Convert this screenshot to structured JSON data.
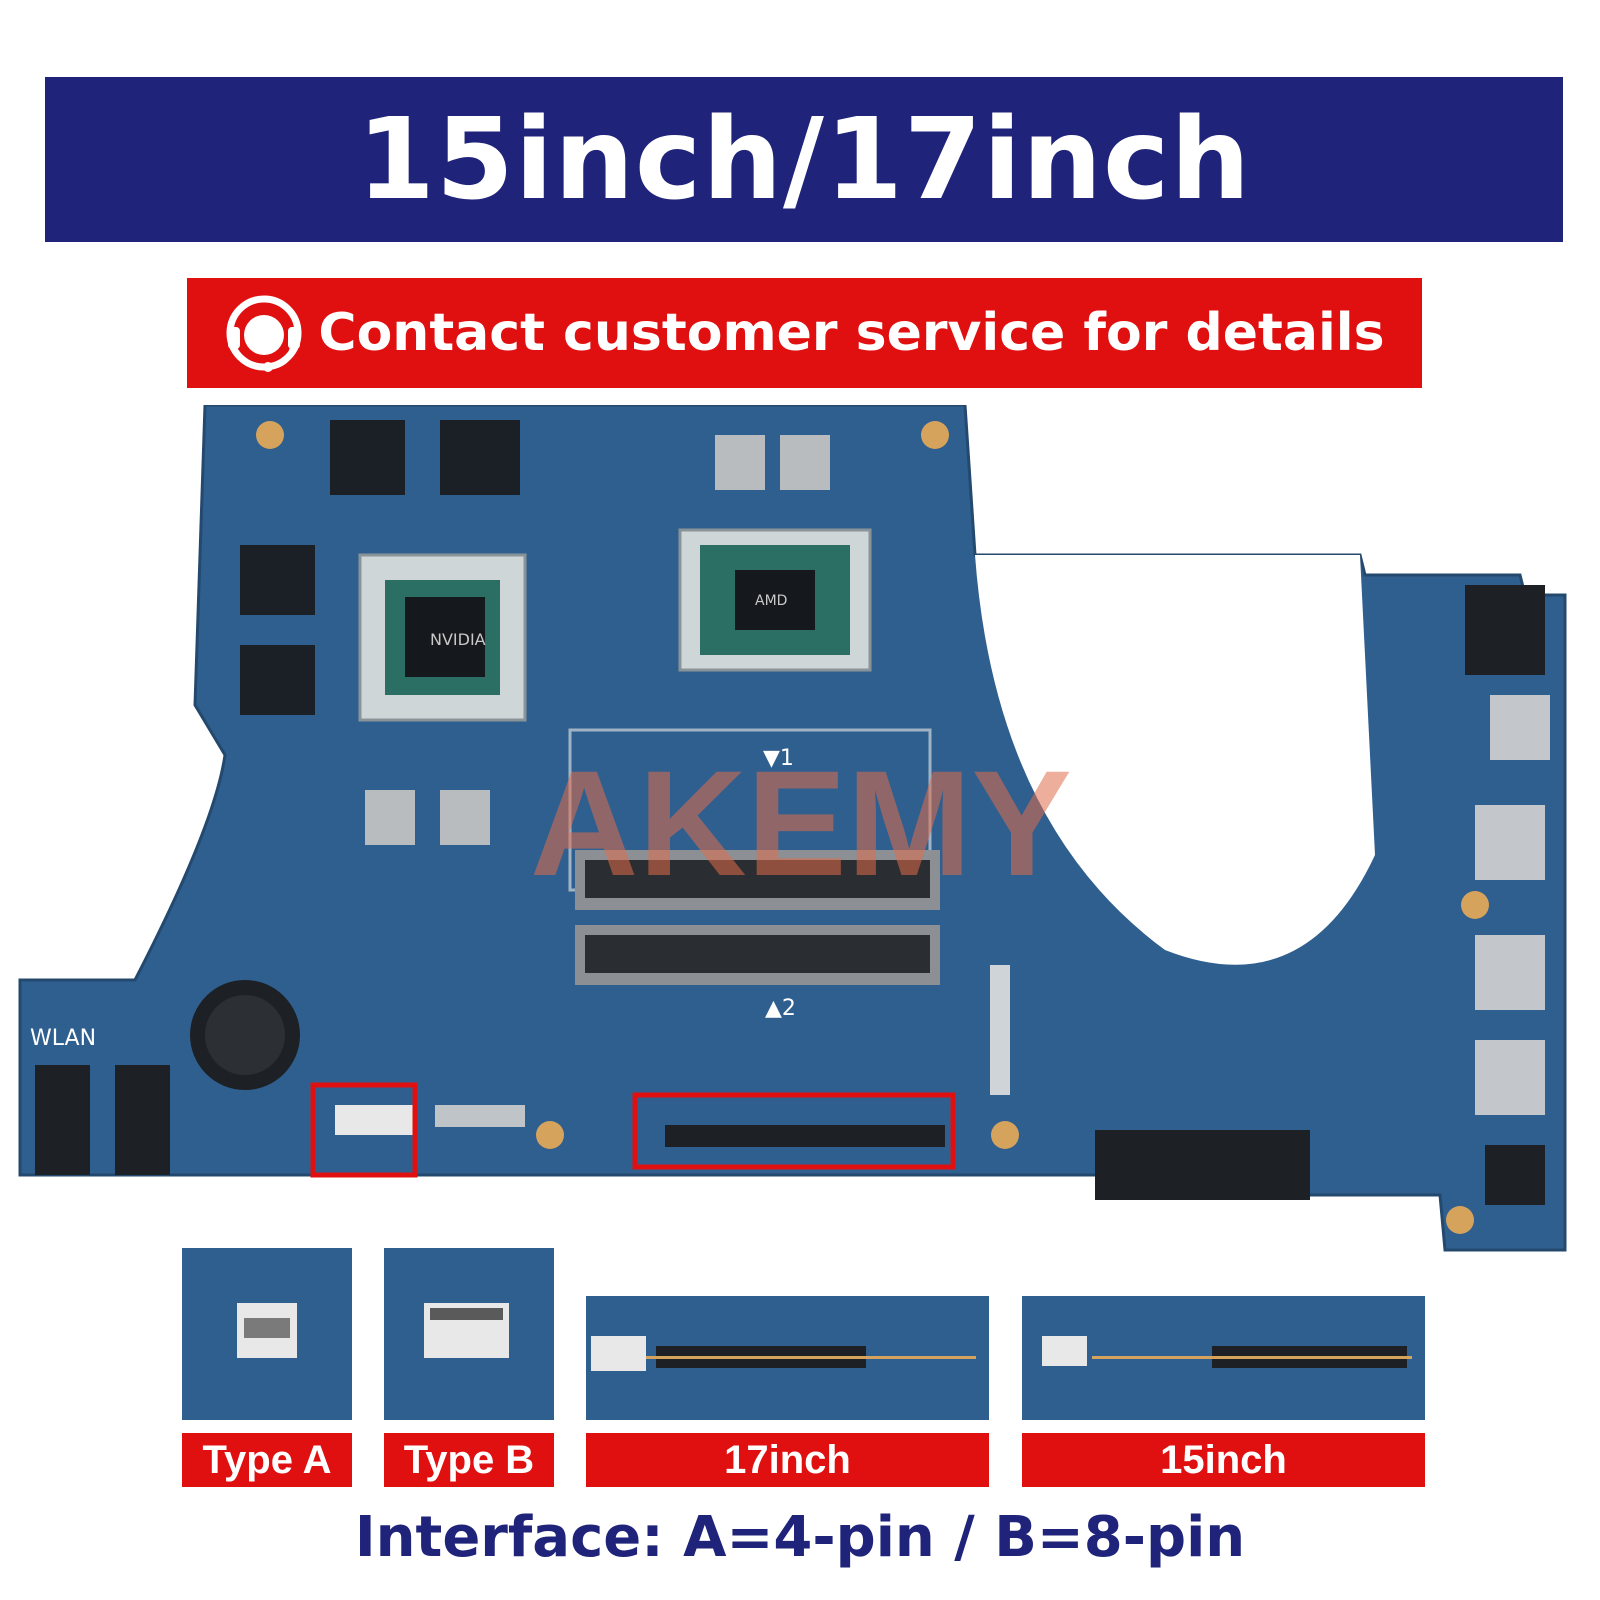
{
  "header": {
    "title": "15inch/17inch"
  },
  "banner": {
    "text": "Contact customer service for details",
    "icon": "headset-icon"
  },
  "board": {
    "gpu_label": "NVIDIA",
    "cpu_label": "AMD",
    "silk_wlan": "WLAN",
    "silk_slot1": "▼1",
    "silk_slot2": "▲2",
    "watermark": "AKEMY"
  },
  "thumbnails": [
    {
      "label": "Type A"
    },
    {
      "label": "Type B"
    },
    {
      "label": "17inch"
    },
    {
      "label": "15inch"
    }
  ],
  "footer": {
    "text": "Interface: A=4-pin / B=8-pin"
  },
  "colors": {
    "navy": "#1f237a",
    "red": "#e01010",
    "pcb": "#2f5f8f"
  }
}
